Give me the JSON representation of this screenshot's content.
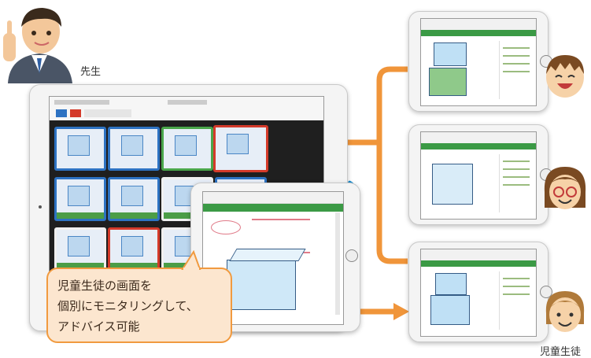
{
  "labels": {
    "teacher": "先生",
    "students": "児童生徒"
  },
  "bubble": {
    "lines": [
      "児童生徒の画面を",
      "個別にモニタリングして、",
      "アドバイス可能"
    ]
  },
  "colors": {
    "arrow_orange": "#f0953a",
    "dotted_blue": "#1a8fd3",
    "bubble_fill": "#fce6cf",
    "bubble_border": "#f19a3f",
    "thumb_blue": "#2d72c2",
    "thumb_red": "#d43a2a",
    "thumb_green": "#4aa64a",
    "toolbar_green": "#3b9a45"
  },
  "icons": {
    "teacher_avatar": "teacher-pointing-icon",
    "student_1": "boy-laughing-icon",
    "student_2": "girl-glasses-icon",
    "student_3": "girl-smiling-icon"
  }
}
